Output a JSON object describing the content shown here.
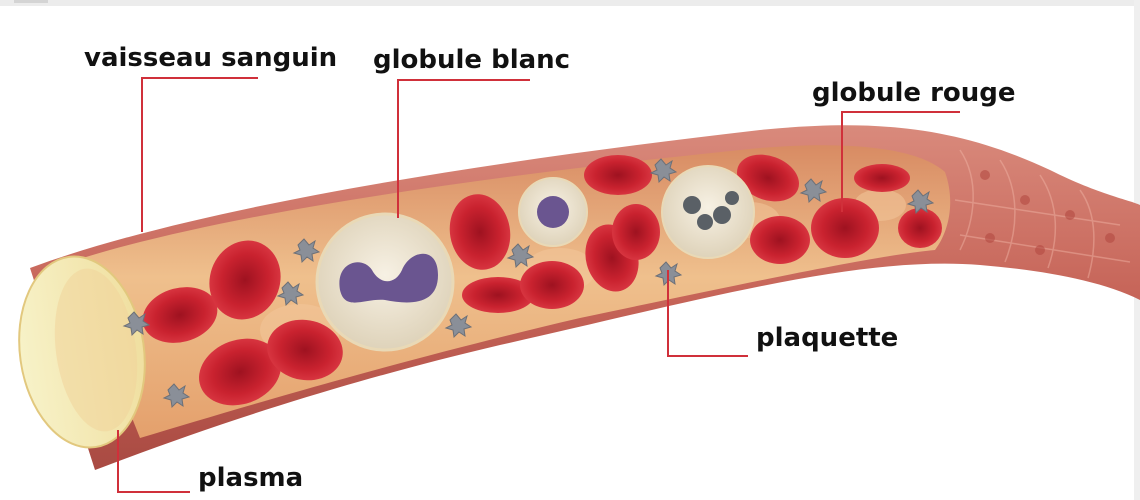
{
  "labels": {
    "blood_vessel": "vaisseau sanguin",
    "white_cell": "globule blanc",
    "red_cell": "globule rouge",
    "platelet": "plaquette",
    "plasma": "plasma"
  },
  "colors": {
    "leader_line": "#d0303a",
    "vessel_outer": "#c9685e",
    "vessel_inner": "#e8b27e",
    "red_cell": "#c7202d",
    "white_cell": "#ece3d0",
    "nucleus": "#6a5590",
    "platelet": "#8a8f98",
    "plasma": "#f5edb0"
  }
}
